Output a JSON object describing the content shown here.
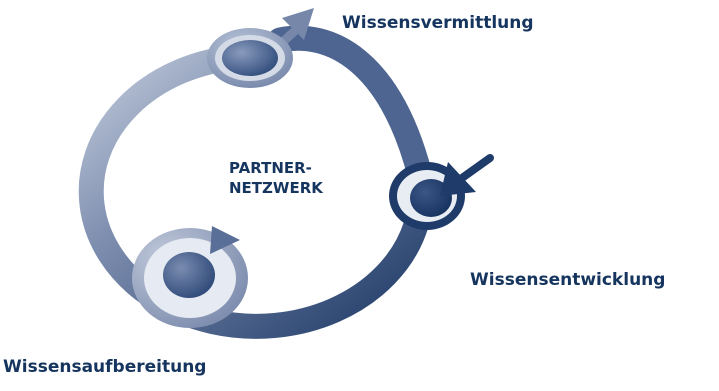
{
  "diagram": {
    "center_label_line1": "PARTNER-",
    "center_label_line2": "NETZWERK",
    "nodes": [
      {
        "label": "Wissensvermittlung"
      },
      {
        "label": "Wissensentwicklung"
      },
      {
        "label": "Wissensaufbereitung"
      }
    ]
  },
  "colors": {
    "text": "#15355f",
    "ring_light": "#a7b4cc",
    "ring_dark": "#1d3966"
  }
}
